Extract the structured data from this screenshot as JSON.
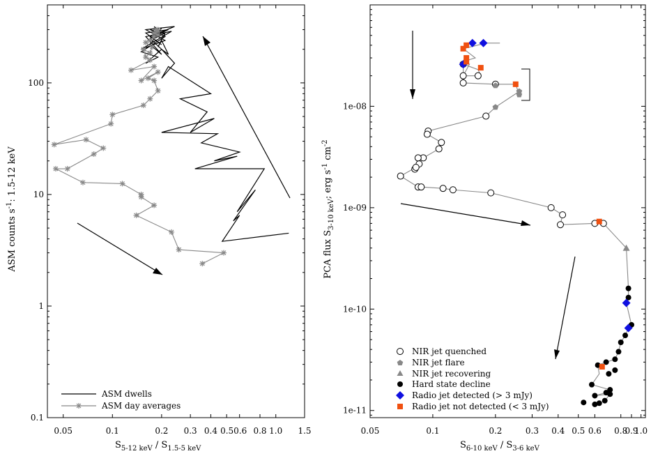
{
  "chart_data": [
    {
      "type": "line",
      "xlabel_main": "S",
      "xlabel_sub1": "5-12 keV",
      "xlabel_mid": " / S",
      "xlabel_sub2": "1.5-5 keV",
      "ylabel_main": "ASM counts s",
      "ylabel_sup": "-1",
      "ylabel_tail": ": 1.5-12 keV",
      "x_scale": "log",
      "y_scale": "log",
      "xlim": [
        0.04,
        1.5
      ],
      "ylim": [
        0.1,
        500
      ],
      "x_ticks": [
        0.05,
        0.1,
        0.2,
        0.3,
        0.4,
        0.5,
        0.6,
        0.8,
        1.0,
        1.5
      ],
      "x_tick_labels": [
        "0.05",
        "0.1",
        "0.2",
        "0.3",
        "0.4",
        "0.50.6",
        "",
        "0.8",
        "1.0",
        "1.5"
      ],
      "y_ticks": [
        0.1,
        1,
        10,
        100
      ],
      "y_tick_labels": [
        "0.1",
        "1",
        "10",
        "100"
      ],
      "legend_position": "bottom-left",
      "series": [
        {
          "name": "ASM dwells",
          "color": "#000000",
          "marker": "none",
          "x": [
            1.2,
            0.47,
            0.6,
            0.55,
            0.75,
            0.58,
            0.85,
            0.32,
            0.58,
            0.42,
            0.6,
            0.35,
            0.44,
            0.2,
            0.42,
            0.3,
            0.38,
            0.26,
            0.4,
            0.22,
            0.2,
            0.24,
            0.2,
            0.22,
            0.2,
            0.19,
            0.21,
            0.18,
            0.2,
            0.17,
            0.2,
            0.16,
            0.23,
            0.15,
            0.21,
            0.16,
            0.24,
            0.17,
            0.2,
            0.16,
            0.22,
            0.17,
            0.2,
            0.16,
            0.19,
            0.15,
            0.21,
            0.17,
            0.2,
            0.18
          ],
          "y": [
            4.5,
            3.8,
            6.5,
            5.8,
            11,
            7,
            17,
            17,
            22,
            20,
            24,
            29,
            35,
            36,
            48,
            36,
            55,
            72,
            80,
            140,
            110,
            150,
            200,
            180,
            240,
            210,
            280,
            250,
            310,
            220,
            180,
            260,
            290,
            200,
            240,
            300,
            320,
            260,
            220,
            280,
            300,
            250,
            200,
            150,
            170,
            190,
            260,
            300,
            280,
            320
          ]
        },
        {
          "name": "ASM day averages",
          "color": "#888888",
          "marker": "star",
          "x": [
            0.355,
            0.48,
            0.255,
            0.23,
            0.14,
            0.18,
            0.15,
            0.15,
            0.115,
            0.066,
            0.045,
            0.053,
            0.077,
            0.088,
            0.069,
            0.044,
            0.098,
            0.1,
            0.155,
            0.17,
            0.19,
            0.18,
            0.165,
            0.19,
            0.15,
            0.18,
            0.13,
            0.17,
            0.16,
            0.155,
            0.17,
            0.175,
            0.16,
            0.18,
            0.17,
            0.19,
            0.18,
            0.19,
            0.185,
            0.19
          ],
          "y": [
            2.4,
            3.0,
            3.2,
            4.6,
            6.5,
            8,
            9.5,
            10,
            12.5,
            12.8,
            17,
            17,
            23,
            26,
            31,
            28,
            43,
            52,
            63,
            72,
            85,
            105,
            110,
            125,
            105,
            140,
            130,
            160,
            170,
            200,
            185,
            210,
            230,
            260,
            240,
            270,
            280,
            290,
            300,
            300
          ]
        }
      ],
      "arrows": [
        "down-right toward ASM low flux",
        "up toward ASM high flux"
      ]
    },
    {
      "type": "scatter",
      "xlabel_main": "S",
      "xlabel_sub1": "6-10 keV",
      "xlabel_mid": " / S",
      "xlabel_sub2": "3-6 keV",
      "ylabel_main": "PCA flux S",
      "ylabel_sub": "3-10 keV",
      "ylabel_tail": "; erg s",
      "ylabel_sup1": "-1",
      "ylabel_mid2": " cm",
      "ylabel_sup2": "-2",
      "x_scale": "log",
      "y_scale": "log",
      "xlim": [
        0.05,
        1.05
      ],
      "ylim": [
        8.5e-12,
        1e-07
      ],
      "x_ticks": [
        0.05,
        0.1,
        0.2,
        0.3,
        0.4,
        0.5,
        0.6,
        0.8,
        0.9,
        1.0
      ],
      "x_tick_labels": [
        "0.05",
        "0.1",
        "0.2",
        "0.3",
        "0.4",
        "0.5",
        "0.6",
        "0.8",
        "0.9",
        "1.0"
      ],
      "y_ticks": [
        1e-11,
        1e-10,
        1e-09,
        1e-08
      ],
      "y_tick_labels": [
        "1e-11",
        "1e-10",
        "1e-09",
        "1e-08"
      ],
      "legend_position": "bottom-left",
      "line_color": "#888888",
      "track": {
        "x": [
          0.21,
          0.18,
          0.14,
          0.16,
          0.135,
          0.15,
          0.14,
          0.17,
          0.165,
          0.14,
          0.14,
          0.2,
          0.25,
          0.26,
          0.26,
          0.2,
          0.18,
          0.095,
          0.094,
          0.11,
          0.107,
          0.09,
          0.085,
          0.086,
          0.082,
          0.083,
          0.07,
          0.085,
          0.088,
          0.112,
          0.125,
          0.19,
          0.37,
          0.42,
          0.41,
          0.6,
          0.66,
          0.85,
          0.87,
          0.87,
          0.85,
          0.9,
          0.87,
          0.84,
          0.8,
          0.78,
          0.75,
          0.68,
          0.62,
          0.63,
          0.58,
          0.71,
          0.68,
          0.6,
          0.71,
          0.67,
          0.63,
          0.6
        ],
        "y": [
          4.2e-08,
          4.2e-08,
          3.7e-08,
          3e-08,
          2.7e-08,
          2.6e-08,
          2e-08,
          2e-08,
          2.3e-08,
          2.6e-08,
          1.7e-08,
          1.65e-08,
          1.65e-08,
          1.3e-08,
          1.4e-08,
          9.8e-09,
          8e-09,
          5.7e-09,
          5.3e-09,
          4.4e-09,
          3.8e-09,
          3.1e-09,
          3.1e-09,
          2.7e-09,
          2.4e-09,
          2.5e-09,
          2.05e-09,
          1.6e-09,
          1.6e-09,
          1.55e-09,
          1.5e-09,
          1.4e-09,
          1e-09,
          8.5e-10,
          6.8e-10,
          7e-10,
          7e-10,
          4e-10,
          1.6e-10,
          1.3e-10,
          1.15e-10,
          7e-11,
          6.5e-11,
          5.5e-11,
          4.7e-11,
          3.8e-11,
          3.2e-11,
          3e-11,
          2.8e-11,
          2.3e-11,
          1.8e-11,
          1.6e-11,
          1.5e-11,
          1.4e-11,
          1.45e-11,
          1.25e-11,
          1.18e-11,
          1.15e-11
        ]
      },
      "series": [
        {
          "name": "NIR jet quenched",
          "marker": "open-circle",
          "color": "#000000",
          "x": [
            0.14,
            0.165,
            0.14,
            0.2,
            0.18,
            0.095,
            0.094,
            0.11,
            0.107,
            0.09,
            0.085,
            0.086,
            0.082,
            0.083,
            0.07,
            0.085,
            0.088,
            0.112,
            0.125,
            0.19,
            0.37,
            0.42,
            0.41,
            0.6,
            0.66,
            0.14
          ],
          "y": [
            2e-08,
            2e-08,
            1.7e-08,
            1.65e-08,
            8e-09,
            5.7e-09,
            5.3e-09,
            4.4e-09,
            3.8e-09,
            3.1e-09,
            3.1e-09,
            2.7e-09,
            2.4e-09,
            2.5e-09,
            2.05e-09,
            1.6e-09,
            1.6e-09,
            1.55e-09,
            1.5e-09,
            1.4e-09,
            1e-09,
            8.5e-10,
            6.8e-10,
            7e-10,
            7e-10,
            2.6e-08
          ]
        },
        {
          "name": "NIR jet flare",
          "marker": "pentagon",
          "color": "#888888",
          "x": [
            0.2,
            0.26,
            0.26,
            0.2
          ],
          "y": [
            1.6e-08,
            1.3e-08,
            1.4e-08,
            9.8e-09
          ]
        },
        {
          "name": "NIR jet recovering",
          "marker": "triangle",
          "color": "#888888",
          "x": [
            0.85
          ],
          "y": [
            4e-10
          ]
        },
        {
          "name": "Hard state decline",
          "marker": "filled-circle",
          "color": "#000000",
          "x": [
            0.87,
            0.87,
            0.9,
            0.8,
            0.78,
            0.75,
            0.68,
            0.62,
            0.58,
            0.71,
            0.68,
            0.6,
            0.71,
            0.67,
            0.63,
            0.6,
            0.53,
            0.84,
            0.75,
            0.7
          ],
          "y": [
            1.6e-10,
            1.3e-10,
            7e-11,
            4.7e-11,
            3.8e-11,
            3.2e-11,
            3e-11,
            2.8e-11,
            1.8e-11,
            1.6e-11,
            1.5e-11,
            1.4e-11,
            1.45e-11,
            1.25e-11,
            1.18e-11,
            1.15e-11,
            1.2e-11,
            5.5e-11,
            2.5e-11,
            2.3e-11
          ]
        },
        {
          "name": "Radio jet detected (> 3 mJy)",
          "marker": "diamond",
          "color": "#1010e0",
          "x": [
            0.155,
            0.175,
            0.14,
            0.85,
            0.87
          ],
          "y": [
            4.2e-08,
            4.2e-08,
            2.6e-08,
            1.15e-10,
            6.5e-11
          ]
        },
        {
          "name": "Radio jet not detected (< 3 mJy)",
          "marker": "square",
          "color": "#f05010",
          "x": [
            0.145,
            0.14,
            0.145,
            0.17,
            0.25,
            0.63,
            0.65,
            0.145
          ],
          "y": [
            4e-08,
            3.7e-08,
            3e-08,
            2.4e-08,
            1.65e-08,
            7.3e-10,
            2.7e-11,
            2.75e-08
          ]
        }
      ],
      "arrows": [
        "down",
        "right",
        "down"
      ]
    }
  ]
}
